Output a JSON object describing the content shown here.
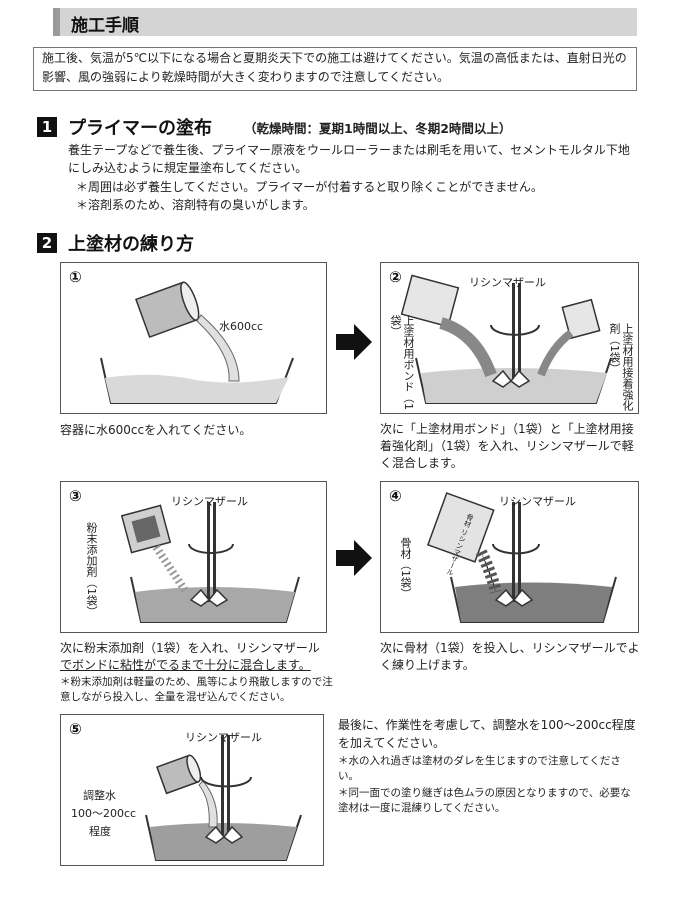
{
  "header": {
    "title": "施工手順"
  },
  "notice": {
    "text": "施工後、気温が5℃以下になる場合と夏期炎天下での施工は避けてください。気温の高低または、直射日光の影響、風の強弱により乾燥時間が大きく変わりますので注意してください。"
  },
  "step1": {
    "number": "1",
    "title": "プライマーの塗布",
    "subtitle": "（乾燥時間：夏期1時間以上、冬期2時間以上）",
    "body": "養生テープなどで養生後、プライマー原液をウールローラーまたは刷毛を用いて、セメントモルタル下地にしみ込むように規定量塗布してください。",
    "notes": [
      "＊周囲は必ず養生してください。プライマーが付着すると取り除くことができません。",
      "＊溶剤系のため、溶剤特有の臭いがします。"
    ]
  },
  "step2": {
    "number": "2",
    "title": "上塗材の練り方"
  },
  "panels": {
    "p1": {
      "num": "①",
      "label": "水600cc",
      "caption": "容器に水600ccを入れてください。"
    },
    "p2": {
      "num": "②",
      "mixer": "リシンマザール",
      "bag_left": "上塗材用ボンド（1袋）",
      "bag_right": "上塗材用接着強化剤（1袋）",
      "caption": "次に「上塗材用ボンド」（1袋）と「上塗材用接着強化剤」（1袋）を入れ、リシンマザールで軽く混合します。"
    },
    "p3": {
      "num": "③",
      "mixer": "リシンマザール",
      "side": "粉末添加剤（1袋）",
      "caption_a": "次に粉末添加剤（1袋）を入れ、リシンマザール",
      "caption_b": "でボンドに粘性がでるまで十分に混合します。",
      "note": "＊粉末添加剤は軽量のため、風等により飛散しますので注意しながら投入し、全量を混ぜ込んでください。"
    },
    "p4": {
      "num": "④",
      "mixer": "リシンマザール",
      "side": "骨材（1袋）",
      "bag_text": "骨材 リシンマザール",
      "caption": "次に骨材（1袋）を投入し、リシンマザールでよく練り上げます。"
    },
    "p5": {
      "num": "⑤",
      "mixer": "リシンマザール",
      "water_1": "調整水",
      "water_2": "100～200cc",
      "water_3": "程度"
    }
  },
  "final": {
    "text": "最後に、作業性を考慮して、調整水を100～200cc程度を加えてください。",
    "notes": [
      "＊水の入れ過ぎは塗材のダレを生じますので注意してください。",
      "＊同一面での塗り継ぎは色ムラの原因となりますので、必要な塗材は一度に混練りしてください。"
    ]
  }
}
